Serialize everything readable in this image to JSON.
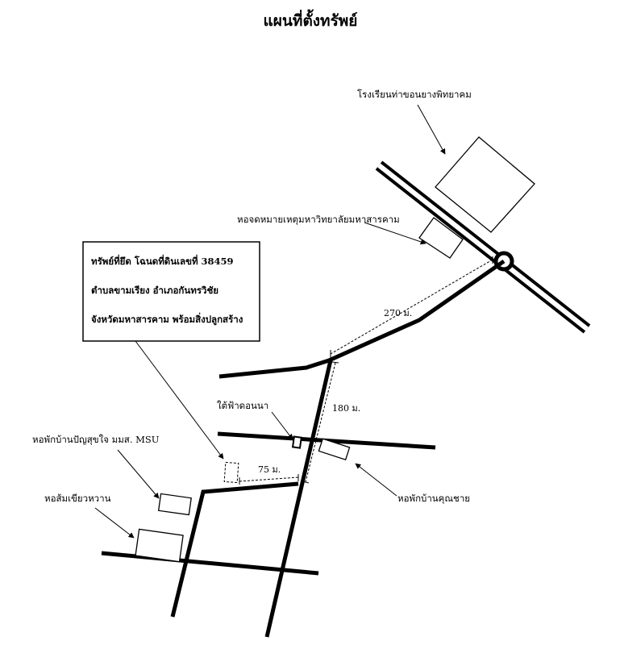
{
  "title": "แผนที่ตั้งทรัพย์",
  "property_box": {
    "line1": "ทรัพย์ที่ยึด โฉนดที่ดินเลขที่ 38459",
    "line2": "ตำบลขามเรียง อำเภอกันทรวิชัย",
    "line3": "จังหวัดมหาสารคาม  พร้อมสิ่งปลูกสร้าง"
  },
  "landmarks": {
    "school": "โรงเรียนท่าขอนยางพิทยาคม",
    "library": "หอจดหมายเหตุมหาวิทยาลัยมหาสารคาม",
    "under_sky": "ใต้ฟ้าดอนนา",
    "dorm_panya": "หอพักบ้านปัญสุขใจ มมส. MSU",
    "dorm_som": "หอส้มเขียวหวาน",
    "dorm_khunchai": "หอพักบ้านคุณชาย"
  },
  "distances": {
    "d1": "270 ม.",
    "d2": "180 ม.",
    "d3": "75 ม."
  },
  "colors": {
    "road": "#000000",
    "background": "#ffffff"
  }
}
